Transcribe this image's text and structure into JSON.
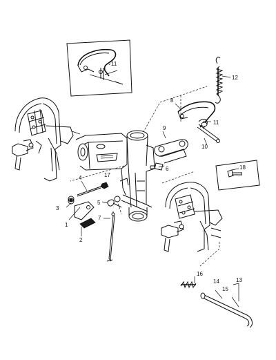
{
  "diagram": {
    "labels": {
      "l1": "1",
      "l2": "2",
      "l3": "3",
      "l4": "4",
      "l5": "5",
      "l6": "6",
      "l7": "7",
      "l8": "8",
      "l9": "9",
      "l10": "10",
      "l11_inset": "11",
      "l11": "11",
      "l12": "12",
      "l13": "13",
      "l14": "14",
      "l15": "15",
      "l16": "16",
      "l17": "17",
      "l18": "18"
    }
  }
}
